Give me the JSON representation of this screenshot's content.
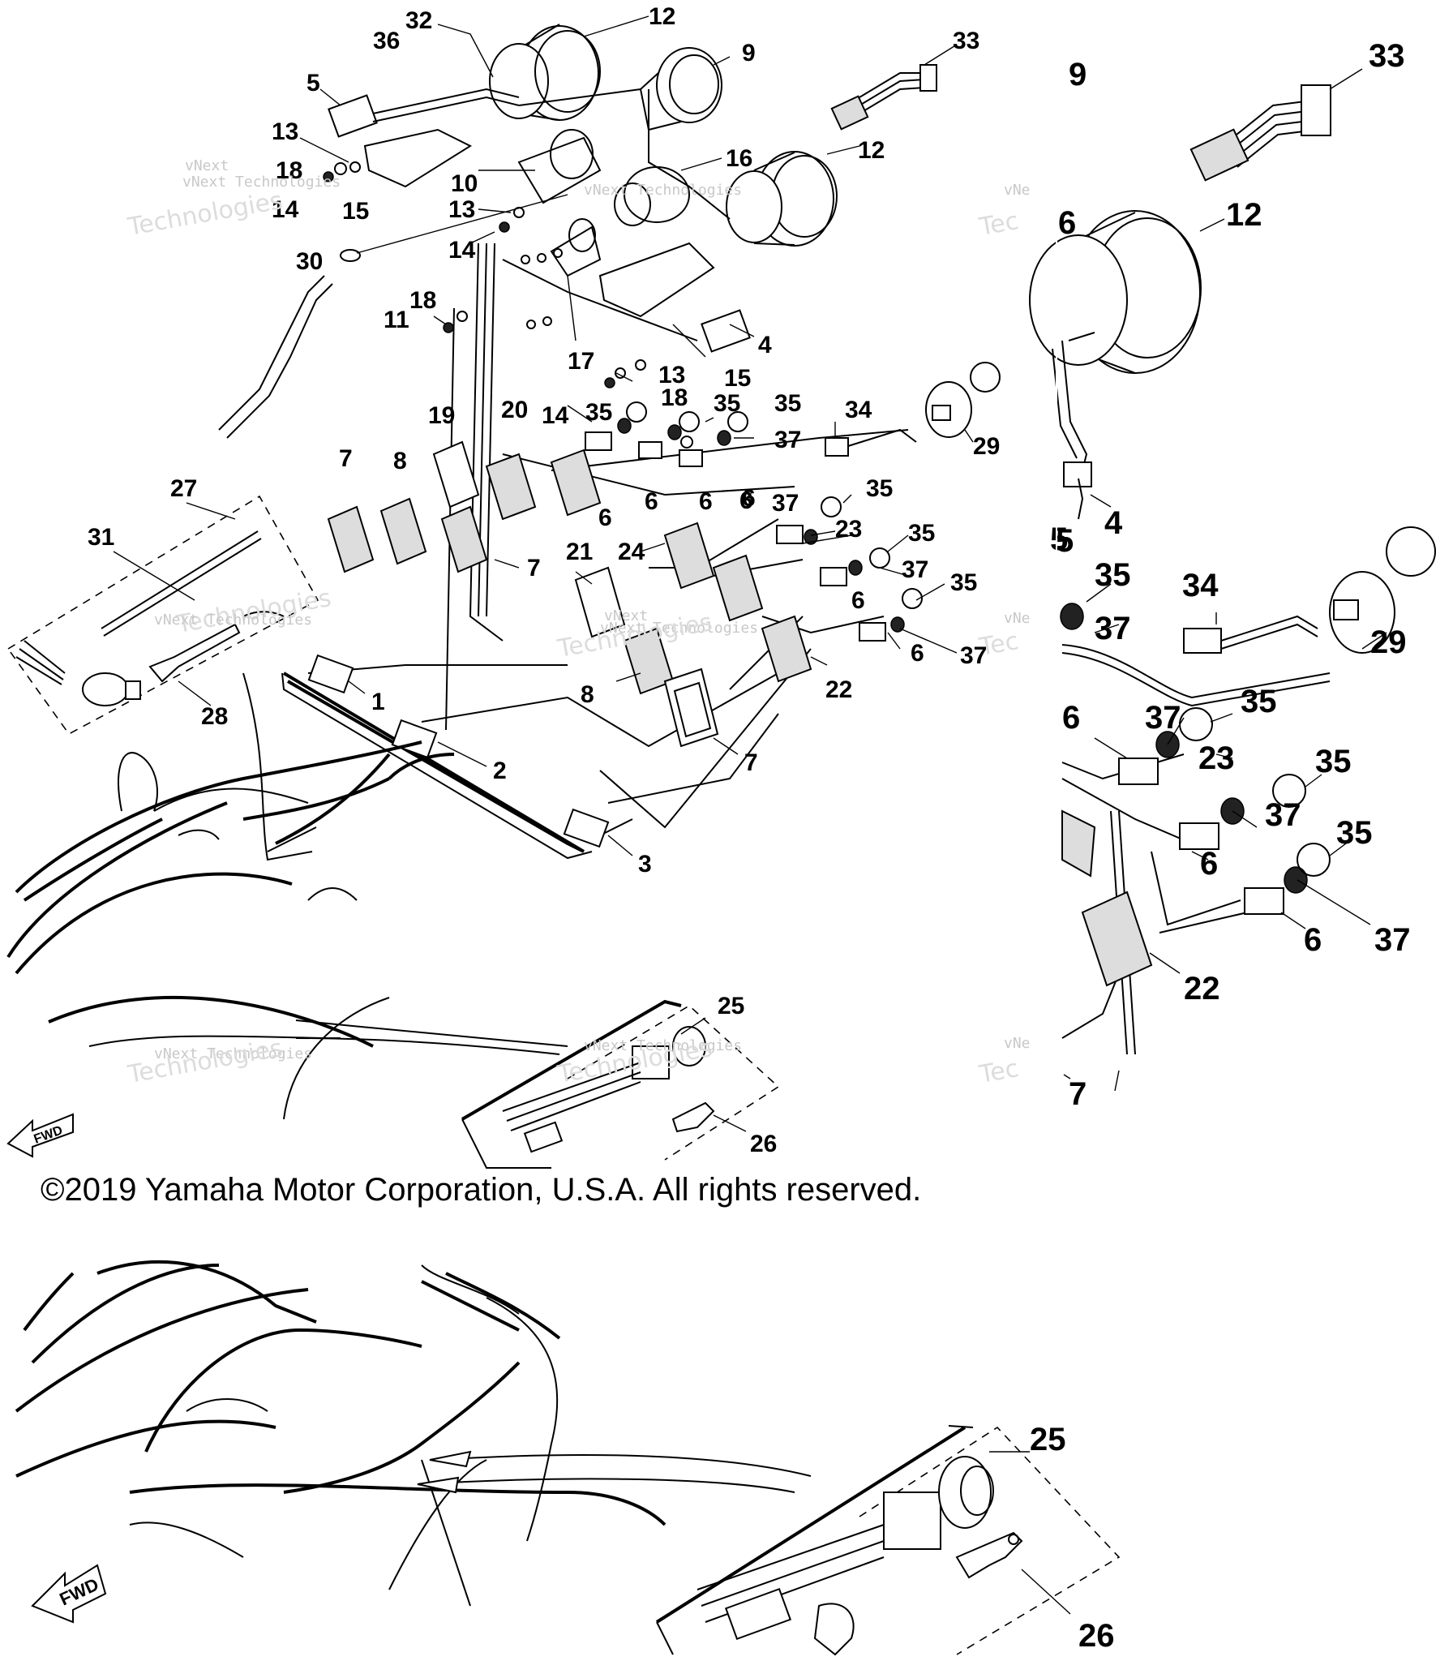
{
  "copyright": "©2019 Yamaha Motor Corporation, U.S.A. All rights reserved.",
  "watermark": {
    "line1": "vNext Technologies",
    "line2": "Technologies",
    "fragment1": "vNe",
    "fragment2": "Tec",
    "fragment3": "vNext"
  },
  "fwd_label": "FWD",
  "callouts": {
    "main": [
      "32",
      "12",
      "36",
      "9",
      "33",
      "5",
      "13",
      "18",
      "14",
      "15",
      "10",
      "16",
      "12",
      "13",
      "14",
      "30",
      "18",
      "11",
      "17",
      "15",
      "4",
      "13",
      "18",
      "14",
      "35",
      "35",
      "35",
      "37",
      "34",
      "29",
      "19",
      "20",
      "7",
      "8",
      "27",
      "31",
      "6",
      "6",
      "6",
      "6",
      "37",
      "23",
      "35",
      "35",
      "21",
      "24",
      "37",
      "35",
      "6",
      "37",
      "6",
      "7",
      "28",
      "1",
      "8",
      "22",
      "2",
      "7",
      "3",
      "25",
      "26",
      "6"
    ],
    "zoom_right": [
      "9",
      "33",
      "6",
      "12",
      "4",
      "5",
      "35",
      "34",
      "29",
      "37",
      "35",
      "6",
      "37",
      "23",
      "35",
      "37",
      "35",
      "6",
      "6",
      "37",
      "22",
      "7",
      "5"
    ],
    "zoom_bottom": [
      "25",
      "26"
    ]
  }
}
